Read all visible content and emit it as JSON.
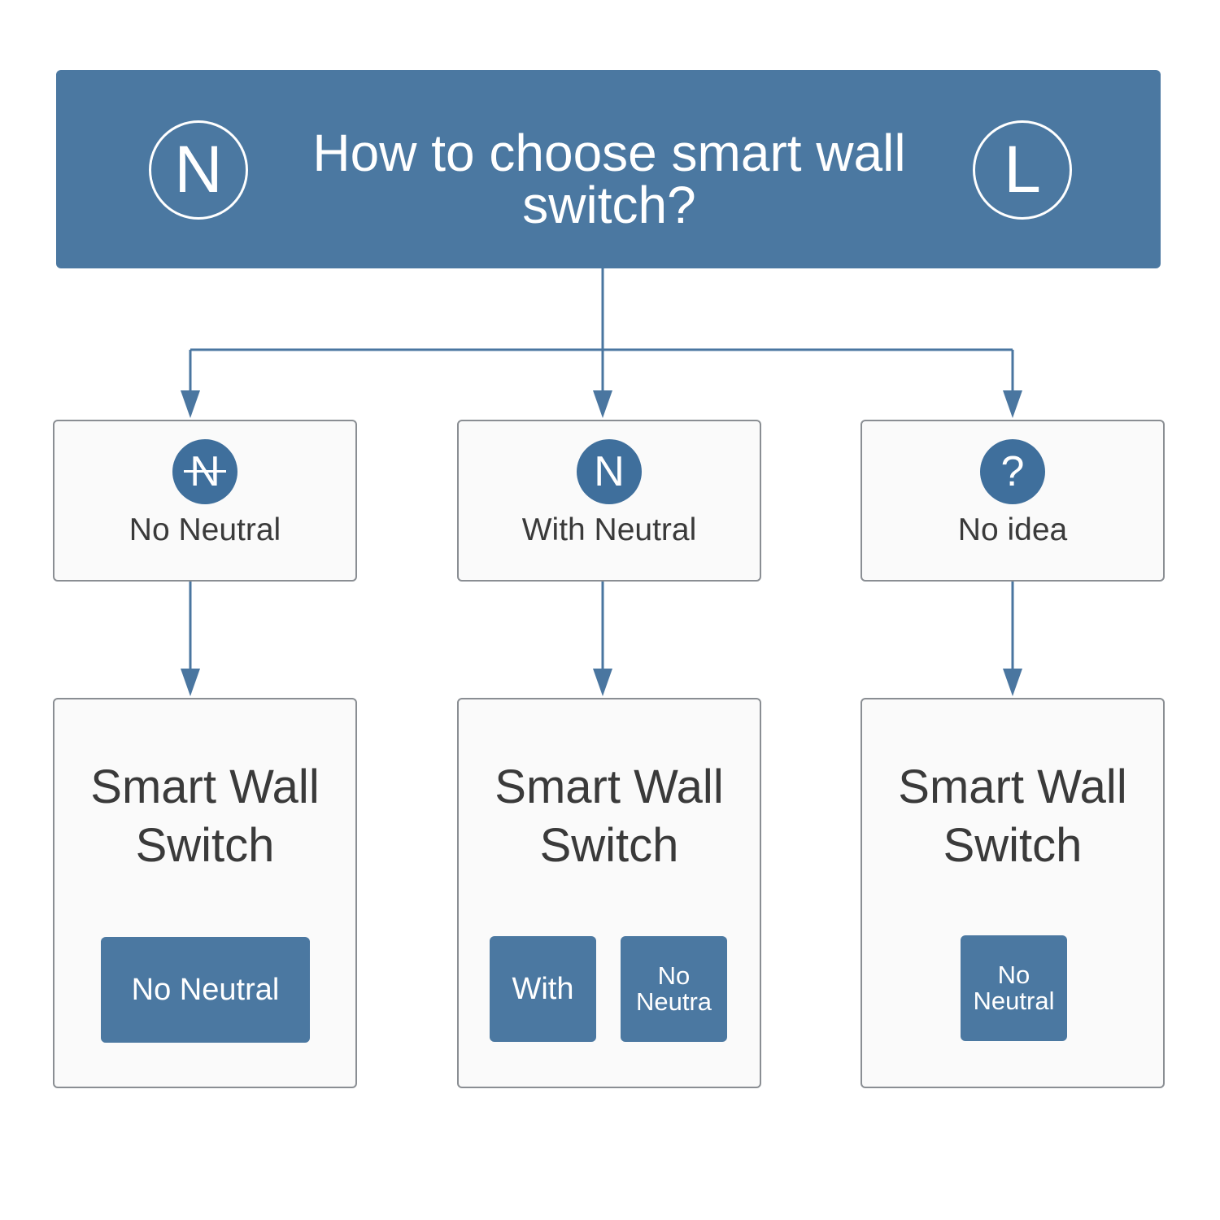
{
  "header": {
    "title": "How to choose smart wall switch?",
    "left_symbol": "N",
    "right_symbol": "L"
  },
  "options": [
    {
      "icon": "N",
      "icon_name": "neutral-crossed-icon",
      "label": "No Neutral"
    },
    {
      "icon": "N",
      "icon_name": "neutral-icon",
      "label": "With Neutral"
    },
    {
      "icon": "?",
      "icon_name": "question-icon",
      "label": "No idea"
    }
  ],
  "results": [
    {
      "title": "Smart Wall Switch",
      "tags": [
        "No Neutral"
      ]
    },
    {
      "title": "Smart Wall Switch",
      "tags": [
        "With",
        "No Neutra"
      ]
    },
    {
      "title": "Smart Wall Switch",
      "tags": [
        "No Neutral"
      ]
    }
  ],
  "colors": {
    "accent": "#4b78a1",
    "line": "#4a76a0",
    "box_border": "#8a8e93",
    "text": "#3a3a3a"
  }
}
